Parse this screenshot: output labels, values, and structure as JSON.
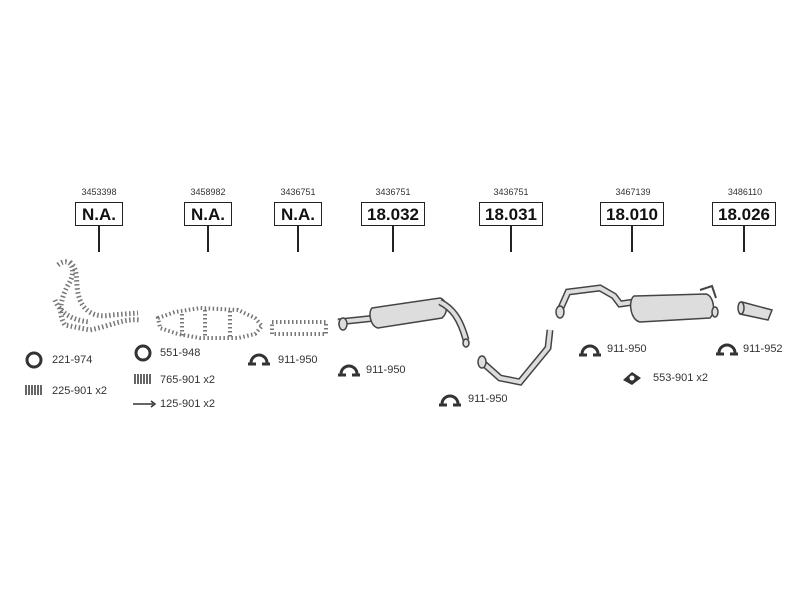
{
  "parts": [
    {
      "ref": "3453398",
      "code": "N.A."
    },
    {
      "ref": "3458982",
      "code": "N.A."
    },
    {
      "ref": "3436751",
      "code": "N.A."
    },
    {
      "ref": "3436751",
      "code": "18.032"
    },
    {
      "ref": "3436751",
      "code": "18.031"
    },
    {
      "ref": "3467139",
      "code": "18.010"
    },
    {
      "ref": "3486110",
      "code": "18.026"
    }
  ],
  "accessories": [
    {
      "label": "221-974",
      "icon": "gasket-ring-icon"
    },
    {
      "label": "225-901 x2",
      "icon": "spring-icon"
    },
    {
      "label": "551-948",
      "icon": "gasket-ring-icon"
    },
    {
      "label": "765-901 x2",
      "icon": "spring-icon"
    },
    {
      "label": "125-901 x2",
      "icon": "bolt-icon"
    },
    {
      "label": "911-950",
      "icon": "clamp-icon"
    },
    {
      "label": "911-950",
      "icon": "clamp-icon"
    },
    {
      "label": "911-950",
      "icon": "clamp-icon"
    },
    {
      "label": "911-950",
      "icon": "clamp-icon"
    },
    {
      "label": "911-952",
      "icon": "clamp-icon"
    },
    {
      "label": "553-901 x2",
      "icon": "rubber-mount-icon"
    }
  ]
}
